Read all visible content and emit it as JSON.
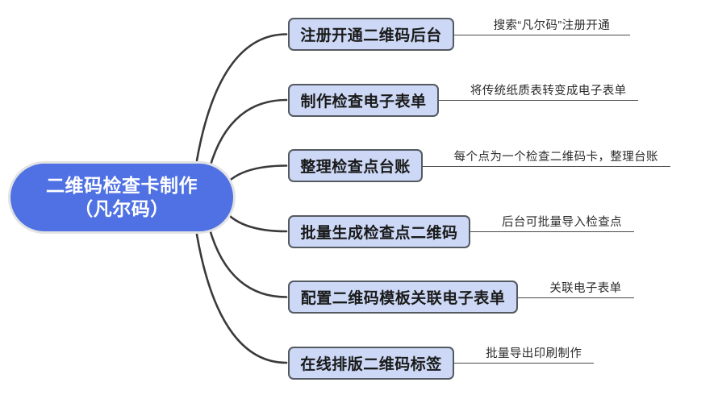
{
  "diagram": {
    "title": "二维码检查卡制作流程思维导图",
    "colors": {
      "root_fill": "#4f71e3",
      "root_border": "#e3e3e3",
      "root_text": "#ffffff",
      "branch_fill": "#ccd8f5",
      "branch_border": "#555a61",
      "branch_text": "#1a1a1a",
      "connector": "#3a3a3a",
      "annotation_text": "#2b2b2b",
      "annotation_rule": "#4a4a4a",
      "background": "#ffffff"
    },
    "root": {
      "line1": "二维码检查卡制作",
      "line2": "（凡尔码）"
    },
    "branches": [
      {
        "label": "注册开通二维码后台",
        "annotation": "搜索“凡尔码”注册开通"
      },
      {
        "label": "制作检查电子表单",
        "annotation": "将传统纸质表转变成电子表单"
      },
      {
        "label": "整理检查点台账",
        "annotation": "每个点为一个检查二维码卡，整理台账"
      },
      {
        "label": "批量生成检查点二维码",
        "annotation": "后台可批量导入检查点"
      },
      {
        "label": "配置二维码模板关联电子表单",
        "annotation": "关联电子表单"
      },
      {
        "label": "在线排版二维码标签",
        "annotation": "批量导出印刷制作"
      }
    ]
  }
}
